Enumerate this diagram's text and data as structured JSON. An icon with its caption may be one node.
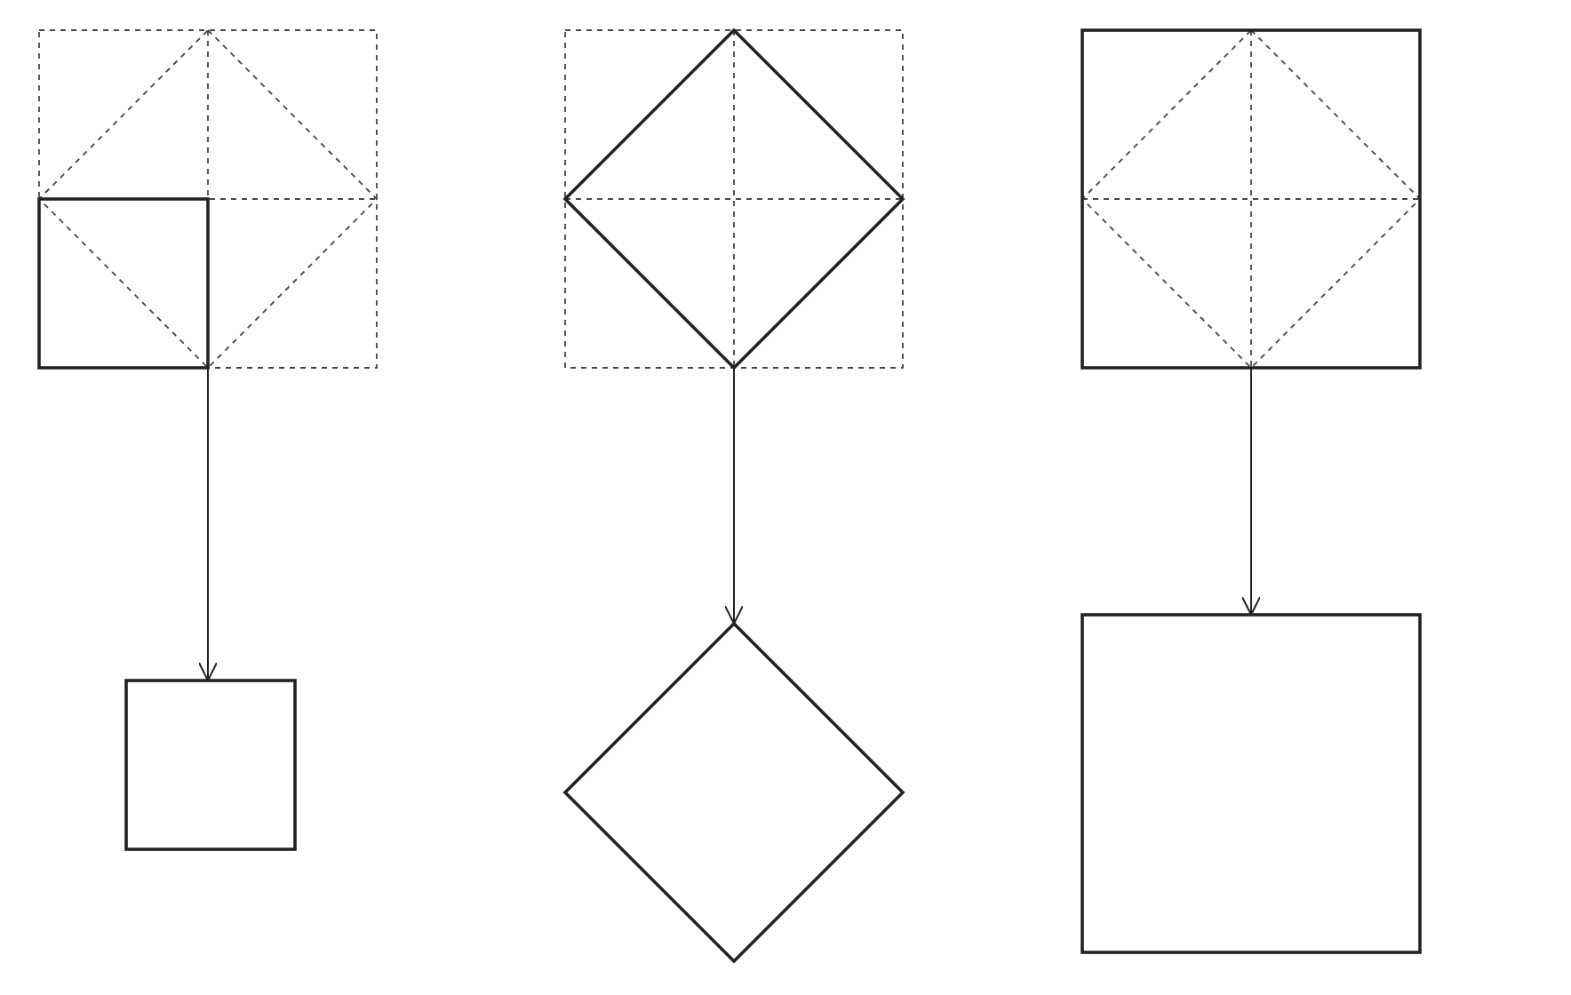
{
  "diagram": {
    "nodes": [
      {
        "text": [],
        "shape": "box"
      },
      {
        "text": [],
        "shape": "diamond"
      },
      {
        "text": [],
        "shape": "box"
      },
      {
        "text": [],
        "shape": "box"
      },
      {
        "text": [],
        "shape": "diamond"
      },
      {
        "text": [],
        "shape": "box"
      }
    ],
    "edges": [
      {
        "from": 0,
        "to": 3,
        "arrow": "to"
      },
      {
        "from": 1,
        "to": 4,
        "arrow": "to"
      },
      {
        "from": 2,
        "to": 5,
        "arrow": "to"
      }
    ]
  }
}
